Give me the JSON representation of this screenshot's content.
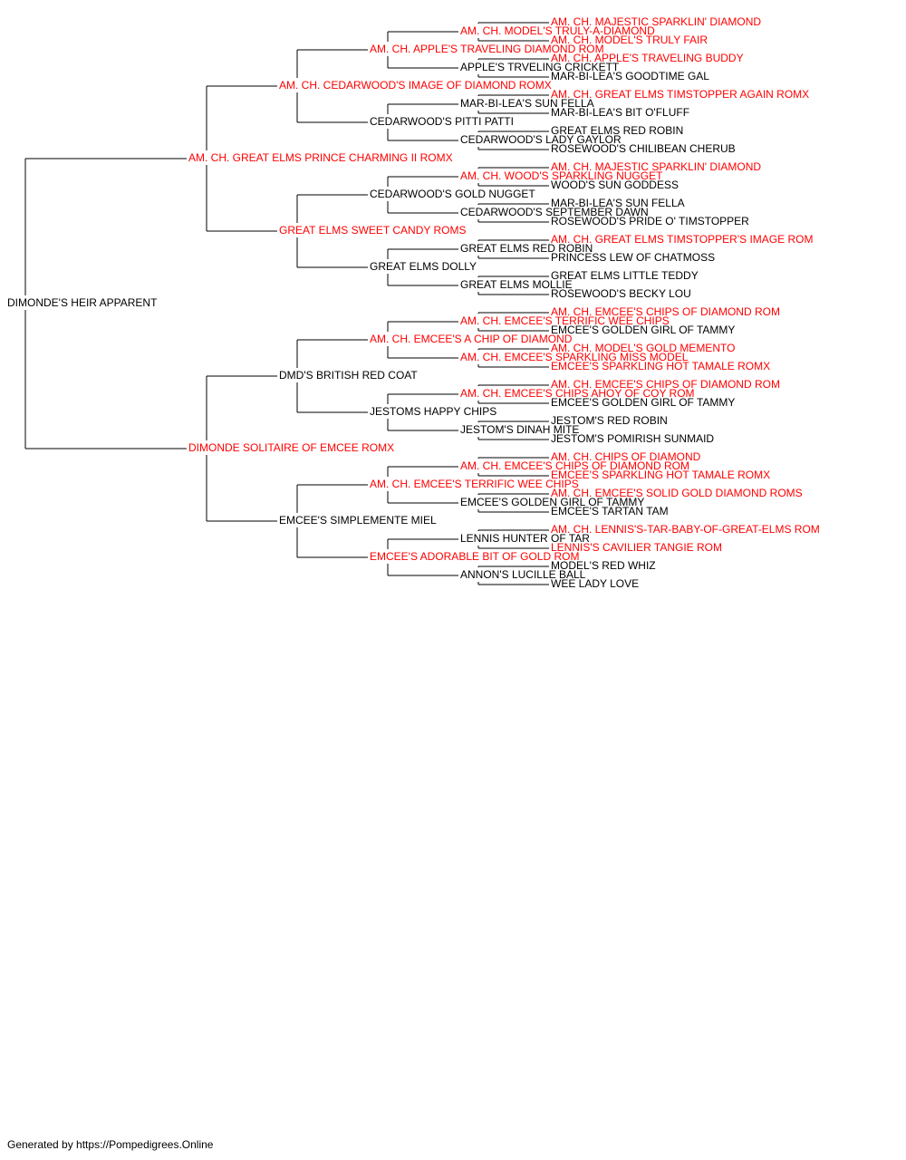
{
  "colors": {
    "titled": "#ff0000",
    "normal": "#000000",
    "line": "#000000"
  },
  "pedigree": {
    "subject": {
      "name": "DIMONDE'S HEIR APPARENT",
      "titled": false
    },
    "sire": {
      "name": "AM. CH. GREAT ELMS PRINCE CHARMING II ROMX",
      "titled": true
    },
    "dam": {
      "name": "DIMONDE SOLITAIRE OF EMCEE ROMX",
      "titled": true
    },
    "grandparents": [
      {
        "name": "AM. CH. CEDARWOOD'S IMAGE OF DIAMOND ROMX",
        "titled": true
      },
      {
        "name": "GREAT ELMS SWEET CANDY ROMS",
        "titled": true
      },
      {
        "name": "DMD'S BRITISH RED COAT",
        "titled": false
      },
      {
        "name": "EMCEE'S SIMPLEMENTE MIEL",
        "titled": false
      }
    ],
    "great_grandparents": [
      {
        "name": "AM. CH. APPLE'S TRAVELING DIAMOND ROM",
        "titled": true
      },
      {
        "name": "CEDARWOOD'S PITTI PATTI",
        "titled": false
      },
      {
        "name": "CEDARWOOD'S GOLD NUGGET",
        "titled": false
      },
      {
        "name": "GREAT ELMS DOLLY",
        "titled": false
      },
      {
        "name": "AM. CH. EMCEE'S A CHIP OF DIAMOND",
        "titled": true
      },
      {
        "name": "JESTOMS HAPPY CHIPS",
        "titled": false
      },
      {
        "name": "AM. CH. EMCEE'S TERRIFIC WEE CHIPS",
        "titled": true
      },
      {
        "name": "EMCEE'S ADORABLE BIT OF GOLD ROM",
        "titled": true
      }
    ],
    "gen4": [
      {
        "name": "AM. CH. MODEL'S TRULY-A-DIAMOND",
        "titled": true
      },
      {
        "name": "APPLE'S TRVELING CRICKETT",
        "titled": false
      },
      {
        "name": "MAR-BI-LEA'S SUN FELLA",
        "titled": false
      },
      {
        "name": "CEDARWOOD'S LADY GAYLOR",
        "titled": false
      },
      {
        "name": "AM. CH. WOOD'S SPARKLING NUGGET",
        "titled": true
      },
      {
        "name": "CEDARWOOD'S SEPTEMBER DAWN",
        "titled": false
      },
      {
        "name": "GREAT ELMS RED ROBIN",
        "titled": false
      },
      {
        "name": "GREAT ELMS MOLLIE",
        "titled": false
      },
      {
        "name": "AM. CH. EMCEE'S TERRIFIC WEE CHIPS",
        "titled": true
      },
      {
        "name": "AM. CH. EMCEE'S SPARKLING MISS MODEL",
        "titled": true
      },
      {
        "name": "AM. CH. EMCEE'S CHIPS AHOY OF COY ROM",
        "titled": true
      },
      {
        "name": "JESTOM'S DINAH MITE",
        "titled": false
      },
      {
        "name": "AM. CH. EMCEE'S CHIPS OF DIAMOND ROM",
        "titled": true
      },
      {
        "name": "EMCEE'S GOLDEN GIRL OF TAMMY",
        "titled": false
      },
      {
        "name": "LENNIS HUNTER OF TAR",
        "titled": false
      },
      {
        "name": "ANNON'S LUCILLE BALL",
        "titled": false
      }
    ],
    "gen5": [
      {
        "name": "AM. CH. MAJESTIC SPARKLIN' DIAMOND",
        "titled": true
      },
      {
        "name": "AM. CH. MODEL'S TRULY FAIR",
        "titled": true
      },
      {
        "name": "AM. CH. APPLE'S TRAVELING BUDDY",
        "titled": true
      },
      {
        "name": "MAR-BI-LEA'S GOODTIME GAL",
        "titled": false
      },
      {
        "name": "AM. CH. GREAT ELMS TIMSTOPPER AGAIN ROMX",
        "titled": true
      },
      {
        "name": "MAR-BI-LEA'S BIT O'FLUFF",
        "titled": false
      },
      {
        "name": "GREAT ELMS RED ROBIN",
        "titled": false
      },
      {
        "name": "ROSEWOOD'S CHILIBEAN CHERUB",
        "titled": false
      },
      {
        "name": "AM. CH. MAJESTIC SPARKLIN' DIAMOND",
        "titled": true
      },
      {
        "name": "WOOD'S SUN GODDESS",
        "titled": false
      },
      {
        "name": "MAR-BI-LEA'S SUN FELLA",
        "titled": false
      },
      {
        "name": "ROSEWOOD'S PRIDE O' TIMSTOPPER",
        "titled": false
      },
      {
        "name": "AM. CH. GREAT ELMS TIMSTOPPER'S IMAGE ROM",
        "titled": true
      },
      {
        "name": "PRINCESS LEW OF CHATMOSS",
        "titled": false
      },
      {
        "name": "GREAT ELMS LITTLE TEDDY",
        "titled": false
      },
      {
        "name": "ROSEWOOD'S BECKY LOU",
        "titled": false
      },
      {
        "name": "AM. CH. EMCEE'S CHIPS OF DIAMOND ROM",
        "titled": true
      },
      {
        "name": "EMCEE'S GOLDEN GIRL OF TAMMY",
        "titled": false
      },
      {
        "name": "AM. CH. MODEL'S GOLD MEMENTO",
        "titled": true
      },
      {
        "name": "EMCEE'S SPARKLING HOT TAMALE ROMX",
        "titled": true
      },
      {
        "name": "AM. CH. EMCEE'S CHIPS OF DIAMOND ROM",
        "titled": true
      },
      {
        "name": "EMCEE'S GOLDEN GIRL OF TAMMY",
        "titled": false
      },
      {
        "name": "JESTOM'S RED ROBIN",
        "titled": false
      },
      {
        "name": "JESTOM'S POMIRISH SUNMAID",
        "titled": false
      },
      {
        "name": "AM. CH. CHIPS OF DIAMOND",
        "titled": true
      },
      {
        "name": "EMCEE'S SPARKLING HOT TAMALE ROMX",
        "titled": true
      },
      {
        "name": "AM. CH. EMCEE'S SOLID GOLD DIAMOND ROMS",
        "titled": true
      },
      {
        "name": "EMCEE'S TARTAN TAM",
        "titled": false
      },
      {
        "name": "AM. CH. LENNIS'S-TAR-BABY-OF-GREAT-ELMS ROM",
        "titled": true
      },
      {
        "name": "LENNIS'S CAVILIER TANGIE ROM",
        "titled": true
      },
      {
        "name": "MODEL'S RED WHIZ",
        "titled": false
      },
      {
        "name": "WEE LADY LOVE",
        "titled": false
      }
    ]
  },
  "footer": {
    "text": "Generated by https://Pompedigrees.Online"
  }
}
